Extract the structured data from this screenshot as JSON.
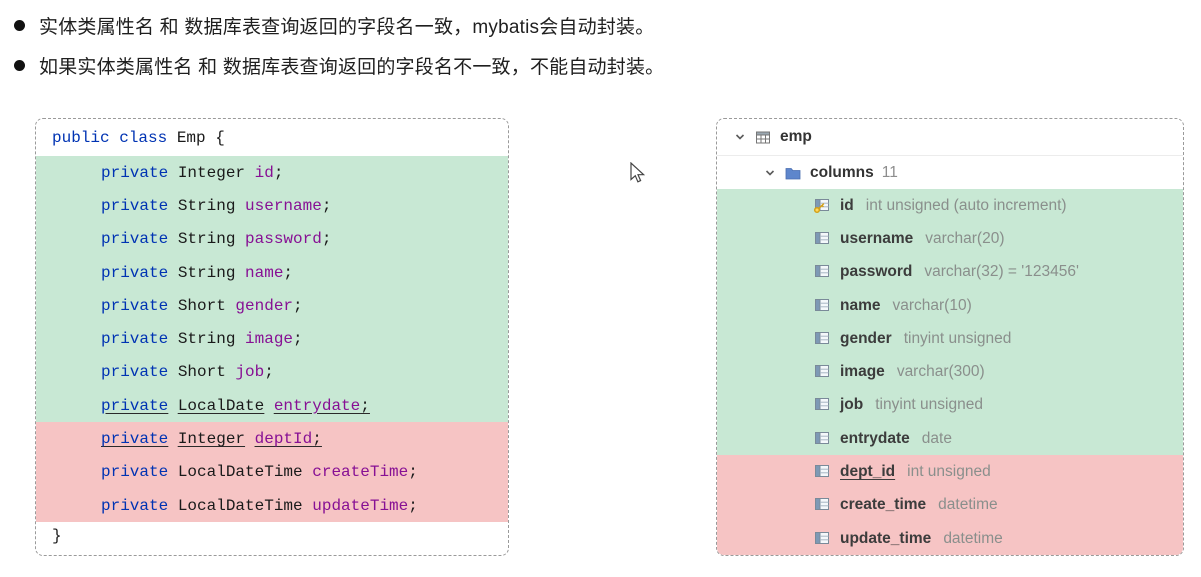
{
  "bullets": [
    "实体类属性名 和 数据库表查询返回的字段名一致，mybatis会自动封装。",
    "如果实体类属性名 和 数据库表查询返回的字段名不一致，不能自动封装。"
  ],
  "code": {
    "class_keyword": "public class",
    "class_name": "Emp",
    "open_brace": "{",
    "close_brace": "}",
    "fields": [
      {
        "keyword": "private",
        "type": "Integer",
        "name": "id",
        "group": "green",
        "underline": false
      },
      {
        "keyword": "private",
        "type": "String",
        "name": "username",
        "group": "green",
        "underline": false
      },
      {
        "keyword": "private",
        "type": "String",
        "name": "password",
        "group": "green",
        "underline": false
      },
      {
        "keyword": "private",
        "type": "String",
        "name": "name",
        "group": "green",
        "underline": false
      },
      {
        "keyword": "private",
        "type": "Short",
        "name": "gender",
        "group": "green",
        "underline": false
      },
      {
        "keyword": "private",
        "type": "String",
        "name": "image",
        "group": "green",
        "underline": false
      },
      {
        "keyword": "private",
        "type": "Short",
        "name": "job",
        "group": "green",
        "underline": false
      },
      {
        "keyword": "private",
        "type": "LocalDate",
        "name": "entrydate",
        "group": "green",
        "underline": true
      },
      {
        "keyword": "private",
        "type": "Integer",
        "name": "deptId",
        "group": "red",
        "underline": true
      },
      {
        "keyword": "private",
        "type": "LocalDateTime",
        "name": "createTime",
        "group": "red",
        "underline": false
      },
      {
        "keyword": "private",
        "type": "LocalDateTime",
        "name": "updateTime",
        "group": "red",
        "underline": false
      }
    ]
  },
  "db": {
    "table_name": "emp",
    "columns_label": "columns",
    "columns_count": "11",
    "columns": [
      {
        "name": "id",
        "type": "int unsigned (auto increment)",
        "key": true,
        "group": "green",
        "underline": false
      },
      {
        "name": "username",
        "type": "varchar(20)",
        "key": false,
        "group": "green",
        "underline": false
      },
      {
        "name": "password",
        "type": "varchar(32) = '123456'",
        "key": false,
        "group": "green",
        "underline": false
      },
      {
        "name": "name",
        "type": "varchar(10)",
        "key": false,
        "group": "green",
        "underline": false
      },
      {
        "name": "gender",
        "type": "tinyint unsigned",
        "key": false,
        "group": "green",
        "underline": false
      },
      {
        "name": "image",
        "type": "varchar(300)",
        "key": false,
        "group": "green",
        "underline": false
      },
      {
        "name": "job",
        "type": "tinyint unsigned",
        "key": false,
        "group": "green",
        "underline": false
      },
      {
        "name": "entrydate",
        "type": "date",
        "key": false,
        "group": "green",
        "underline": false
      },
      {
        "name": "dept_id",
        "type": "int unsigned",
        "key": false,
        "group": "red",
        "underline": true
      },
      {
        "name": "create_time",
        "type": "datetime",
        "key": false,
        "group": "red",
        "underline": false
      },
      {
        "name": "update_time",
        "type": "datetime",
        "key": false,
        "group": "red",
        "underline": false
      }
    ]
  },
  "colors": {
    "match_highlight_green": "#c8e8d4",
    "mismatch_highlight_red": "#f6c4c4",
    "keyword_blue": "#0033b3",
    "field_purple": "#871094",
    "type_gray": "#8a8f8c",
    "primary_key_gold": "#d4a017"
  },
  "icons": {
    "bullet": "bullet-dot-icon",
    "tree_expand": "chevron-down-icon",
    "table": "table-icon",
    "folder": "folder-icon",
    "column": "column-grid-icon",
    "primary_key": "key-icon",
    "pointer": "mouse-cursor-icon"
  }
}
